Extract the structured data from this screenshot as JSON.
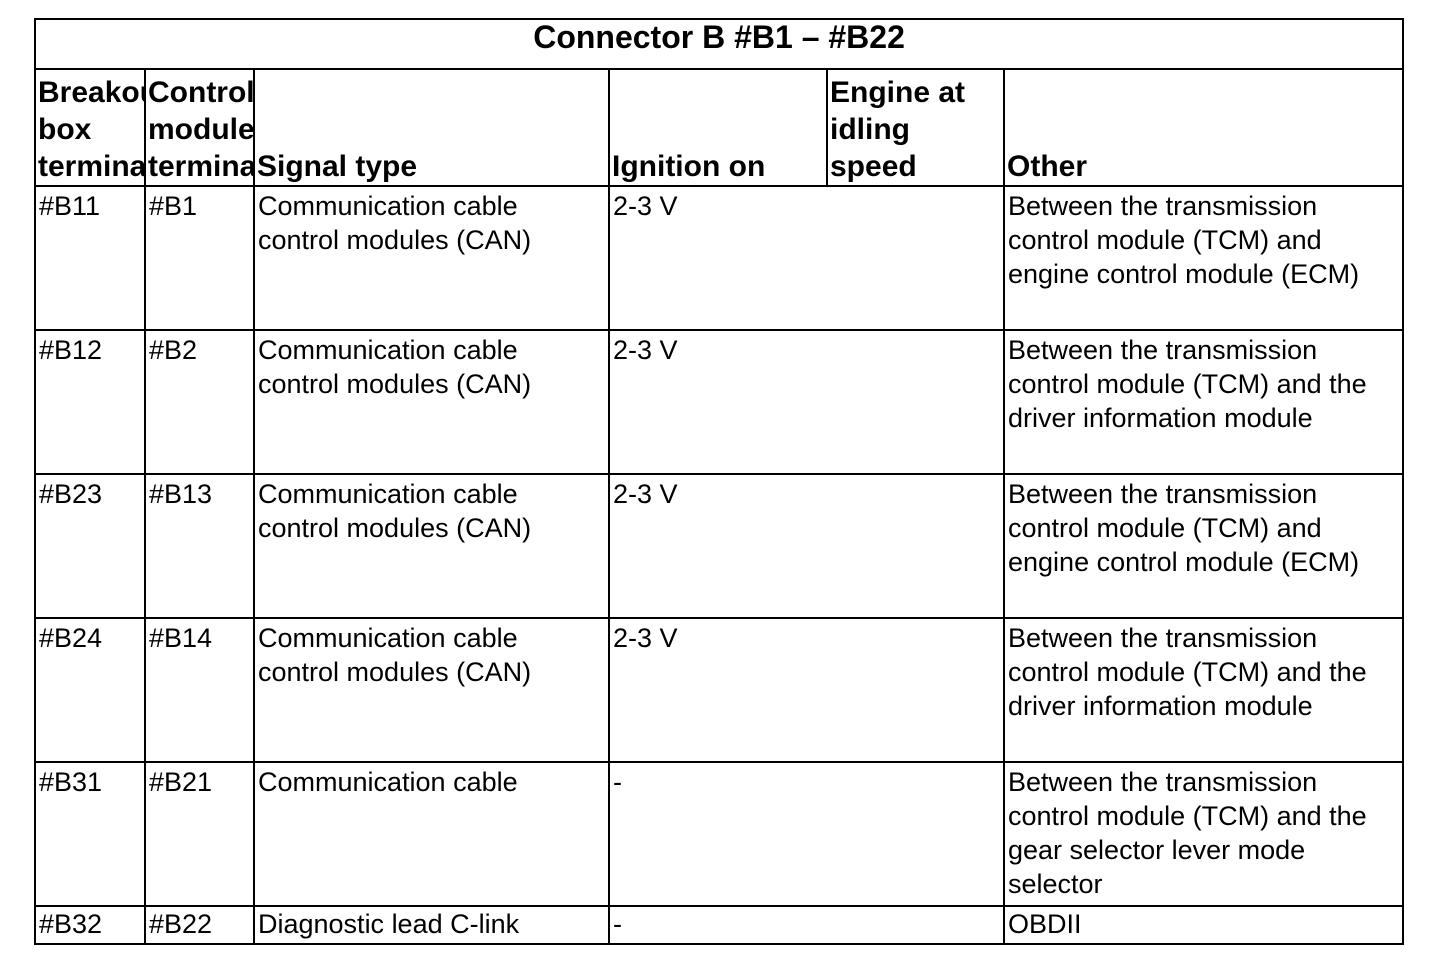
{
  "title": "Connector B #B1 – #B22",
  "columns": {
    "breakout_line1": "Breakout",
    "breakout_line2": "box",
    "breakout_line3": "terminal",
    "control_line1": "Control",
    "control_line2": "module",
    "control_line3": "terminal",
    "signal_type": "Signal type",
    "ignition_on": "Ignition on",
    "engine_idling": "Engine at idling speed",
    "other": "Other"
  },
  "rows": [
    {
      "breakout": "#B11",
      "control": "#B1",
      "signal": "Communication cable control modules (CAN)",
      "value": "2-3 V",
      "other": "Between the transmission control module (TCM) and engine control module (ECM)"
    },
    {
      "breakout": "#B12",
      "control": "#B2",
      "signal": "Communication cable control modules (CAN)",
      "value": "2-3 V",
      "other": "Between the transmission control module (TCM) and the driver information module"
    },
    {
      "breakout": "#B23",
      "control": "#B13",
      "signal": "Communication cable control modules (CAN)",
      "value": "2-3 V",
      "other": "Between the transmission control module (TCM) and engine control module (ECM)"
    },
    {
      "breakout": "#B24",
      "control": "#B14",
      "signal": "Communication cable control modules (CAN)",
      "value": "2-3 V",
      "other": "Between the transmission control module (TCM) and the driver information module"
    },
    {
      "breakout": "#B31",
      "control": "#B21",
      "signal": "Communication cable",
      "value": "-",
      "other": "Between the transmission control module (TCM) and the gear selector lever mode selector"
    },
    {
      "breakout": "#B32",
      "control": "#B22",
      "signal": "Diagnostic lead C-link",
      "value": "-",
      "other": "OBDII"
    }
  ]
}
